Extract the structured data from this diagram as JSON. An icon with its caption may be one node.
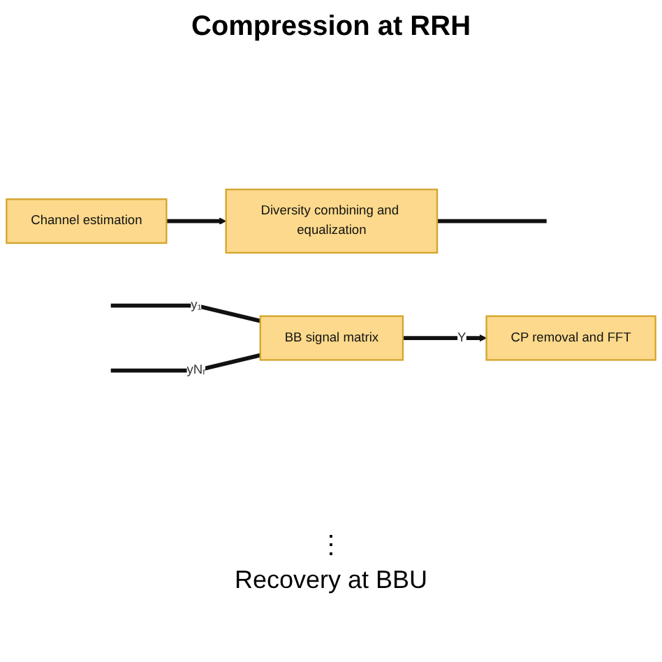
{
  "diagram": {
    "title": "Compression at RRH",
    "nodes": [
      {
        "text": [
          "BB signal matrix"
        ]
      },
      {
        "text": [
          "CP removal and FFT"
        ]
      },
      {
        "text": [
          "Diversity combining and equalization"
        ]
      },
      {
        "text": [
          "Channel estimation"
        ]
      }
    ],
    "edges": [
      {
        "from": null,
        "to": 0,
        "arrow": "none",
        "label": "y₁"
      },
      {
        "from": null,
        "to": 0,
        "arrow": "none",
        "label": "yNᵣ"
      },
      {
        "from": 0,
        "to": 1,
        "arrow": "to",
        "label": "Y"
      },
      {
        "from": 3,
        "to": 2,
        "arrow": "to"
      },
      {
        "from": 2,
        "to": null,
        "arrow": "none"
      }
    ],
    "labels": [
      "⋮",
      "Recovery at BBU"
    ]
  }
}
